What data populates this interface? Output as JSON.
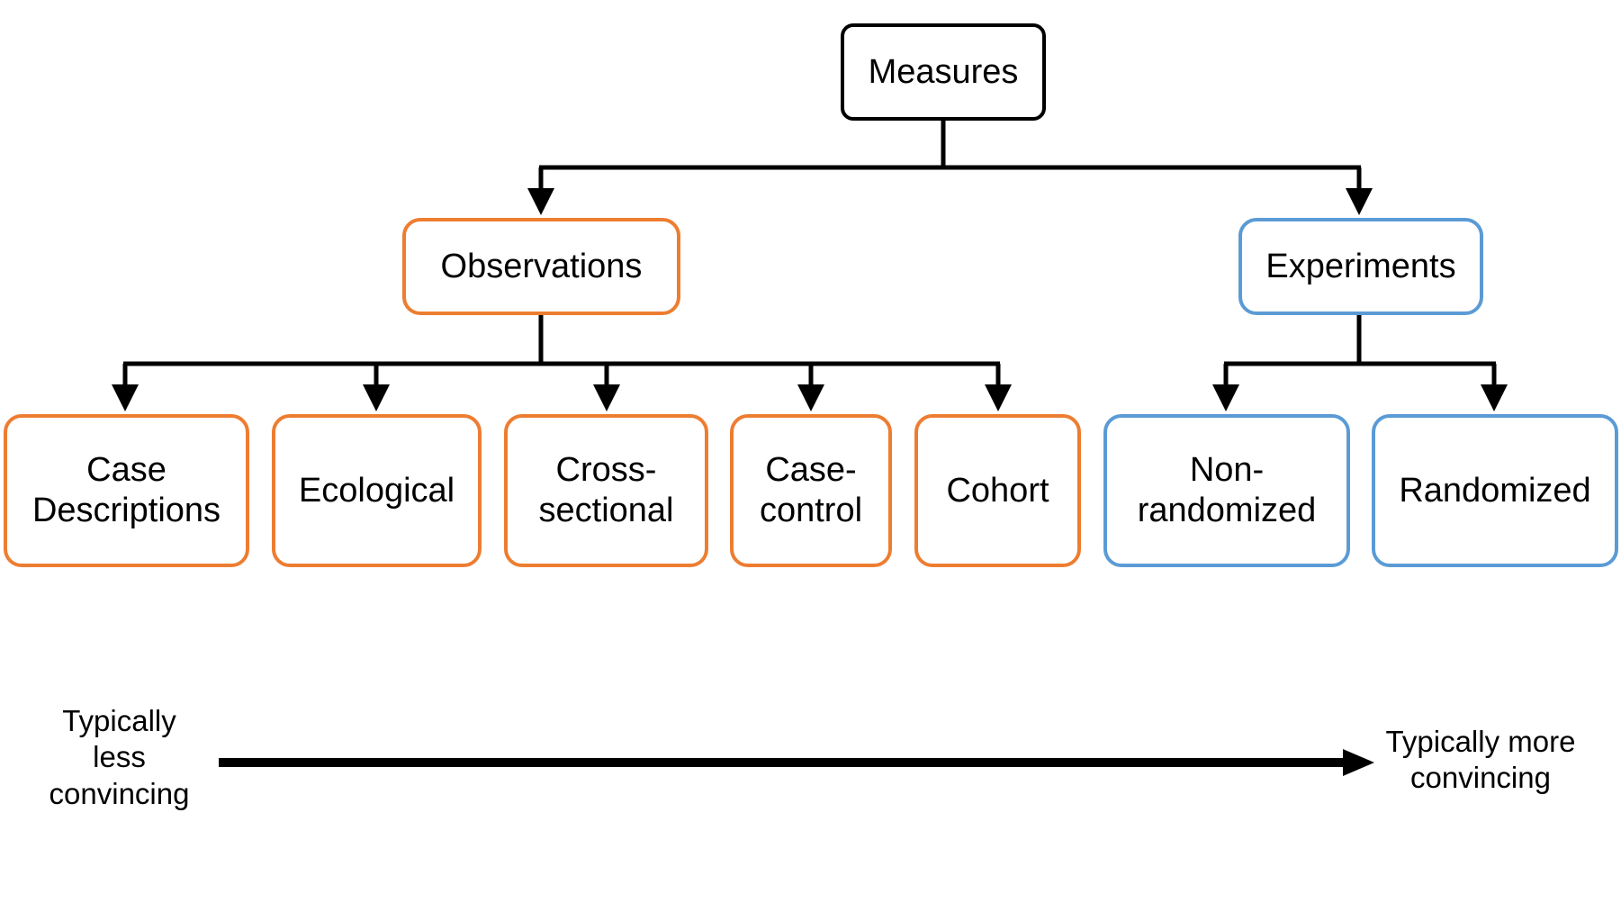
{
  "colors": {
    "observational": "#ED7D31",
    "experimental": "#5B9BD5",
    "root": "#000000",
    "connector": "#000000"
  },
  "nodes": {
    "root": {
      "label": "Measures"
    },
    "observations": {
      "label": "Observations",
      "children": [
        {
          "label": "Case\nDescriptions"
        },
        {
          "label": "Ecological"
        },
        {
          "label": "Cross-\nsectional"
        },
        {
          "label": "Case-\ncontrol"
        },
        {
          "label": "Cohort"
        }
      ]
    },
    "experiments": {
      "label": "Experiments",
      "children": [
        {
          "label": "Non-\nrandomized"
        },
        {
          "label": "Randomized"
        }
      ]
    }
  },
  "scale": {
    "left_label": "Typically\nless\nconvincing",
    "right_label": "Typically more\nconvincing"
  }
}
